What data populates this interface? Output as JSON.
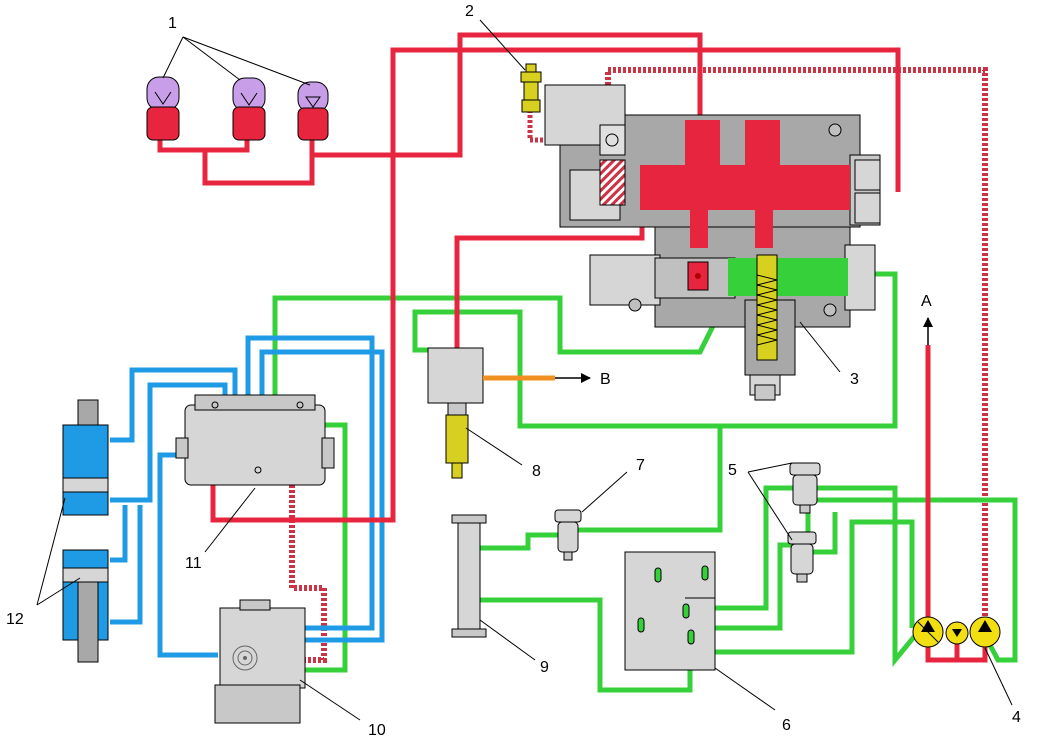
{
  "colors": {
    "pressure": "#e8253f",
    "pump_supply": "#35d03a",
    "steering": "#1f9be6",
    "return_hatch": "#cc3344",
    "valve_grey": "#a8a8a8",
    "light_grey": "#d6d6d6",
    "dark_grey": "#8a8a8a",
    "sensor_yellow": "#d8d020",
    "orange_line": "#f09020",
    "accumulator_gas": "#c89ee8"
  },
  "callouts": {
    "c1": "1",
    "c2": "2",
    "c3": "3",
    "c4": "4",
    "c5": "5",
    "c6": "6",
    "c7": "7",
    "c8": "8",
    "c9": "9",
    "c10": "10",
    "c11": "11",
    "c12": "12"
  },
  "flow_labels": {
    "a": "A",
    "b": "B"
  }
}
